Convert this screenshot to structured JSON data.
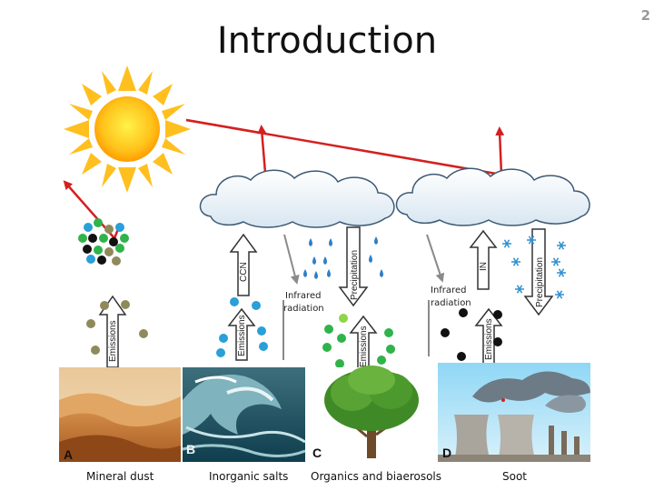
{
  "page": {
    "title": "Introduction",
    "page_number": "2"
  },
  "labels": {
    "ccn": "CCN",
    "in": "IN",
    "precipitation": "Precipitation",
    "emissions": "Emissions",
    "infrared_line1": "Infrared",
    "infrared_line2": "radiation"
  },
  "photos": [
    {
      "letter": "A",
      "caption": "Mineral dust"
    },
    {
      "letter": "B",
      "caption": "Inorganic salts"
    },
    {
      "letter": "C",
      "caption": "Organics and biaerosols"
    },
    {
      "letter": "D",
      "caption": "Soot"
    }
  ],
  "colors": {
    "arrow_red": "#d42020",
    "sun_core": "#ffb000",
    "sun_ray": "#ffbf1f",
    "cloud_fill": "#e8f1f8",
    "cloud_stroke": "#3d5a74",
    "dust": "#8f8a5a",
    "salt": "#2a9fd8",
    "organic": "#2fb34a",
    "soot": "#111111",
    "raindrop": "#2f7fc8",
    "snowflake": "#2e8fd0"
  },
  "icons": [
    "sun-icon",
    "cloud-icon",
    "raindrop-icon",
    "snowflake-icon",
    "up-arrow-icon",
    "down-arrow-icon"
  ]
}
